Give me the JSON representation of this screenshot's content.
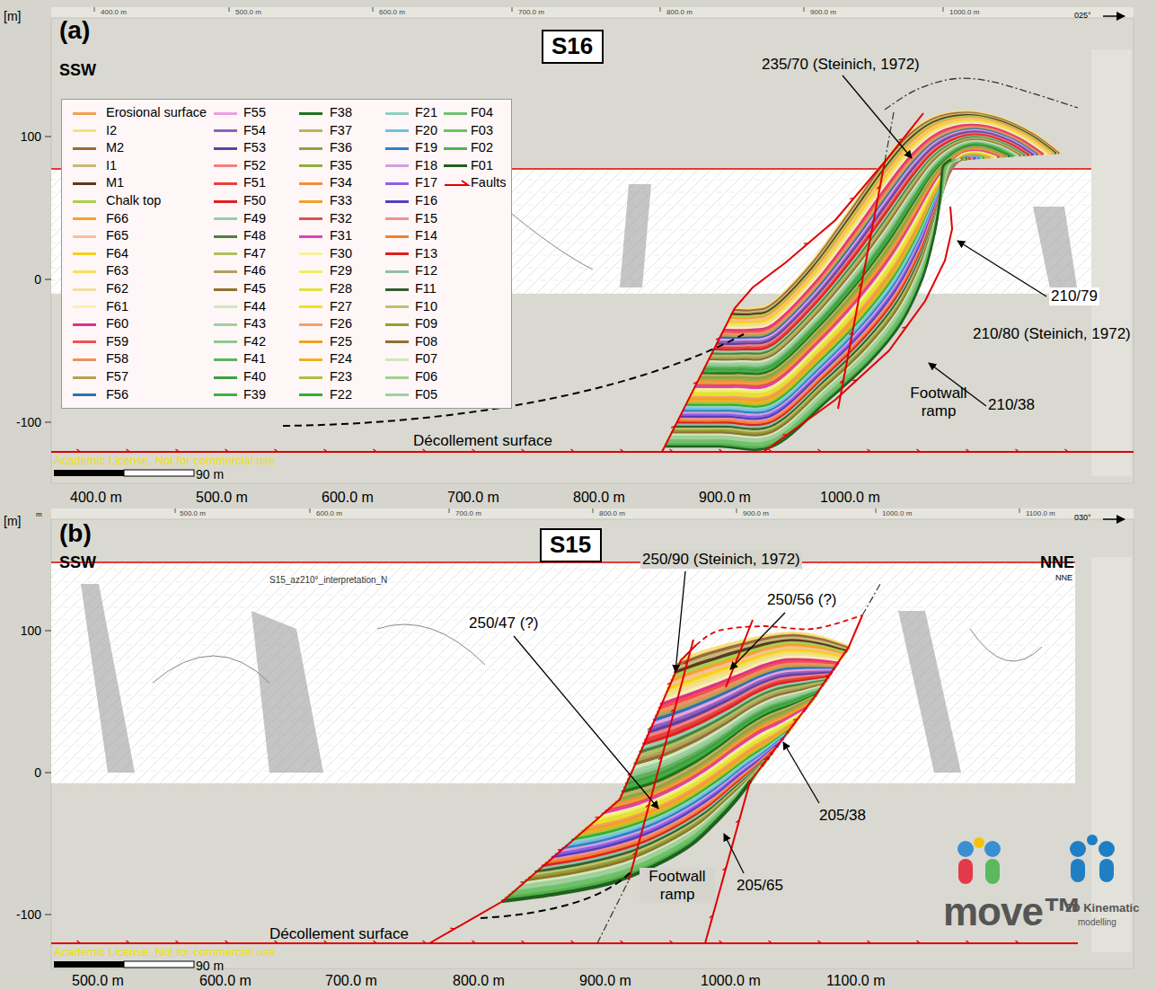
{
  "diagram": {
    "nodes": [
      {
        "text": [
          "S16"
        ]
      },
      {
        "text": [
          "S15"
        ]
      }
    ],
    "labels": [
      "[m]",
      "(a)",
      "SSW",
      "025°",
      "400.0 m",
      "500.0 m",
      "600.0 m",
      "700.0 m",
      "800.0 m",
      "900.0 m",
      "1000.0 m",
      "100",
      "0",
      "-100",
      "400.0 m",
      "500.0 m",
      "600.0 m",
      "700.0 m",
      "800.0 m",
      "900.0 m",
      "1000.0 m",
      "235/70 (Steinich, 1972)",
      "210/79",
      "210/80 (Steinich, 1972)",
      "210/38",
      "Footwall ramp",
      "Décollement surface",
      "Academic License. Not for commercial use",
      "90 m",
      "[m]",
      "m",
      "(b)",
      "SSW",
      "NNE",
      "030°",
      "500.0 m",
      "600.0 m",
      "700.0 m",
      "800.0 m",
      "900.0 m",
      "1000.0 m",
      "1100.0 m",
      "100",
      "0",
      "-100",
      "500.0 m",
      "600.0 m",
      "700.0 m",
      "800.0 m",
      "900.0 m",
      "1000.0 m",
      "1100.0 m",
      "S15_az210°_interpretation_N",
      "NNE",
      "250/90 (Steinich, 1972)",
      "250/56 (?)",
      "250/47 (?)",
      "205/38",
      "205/65",
      "Footwall ramp",
      "Décollement surface",
      "Academic License. Not for commercial use",
      "90 m",
      "move™",
      "2D Kinematic",
      "modelling"
    ],
    "legend": [
      {
        "text": "Erosional surface",
        "color": "#f0a050"
      },
      {
        "text": "I2",
        "color": "#f5e07a"
      },
      {
        "text": "M2",
        "color": "#9b6a3a"
      },
      {
        "text": "I1",
        "color": "#c8b878"
      },
      {
        "text": "M1",
        "color": "#5a3a20"
      },
      {
        "text": "Chalk top",
        "color": "#a8d050"
      },
      {
        "text": "F66",
        "color": "#f5a030"
      },
      {
        "text": "F65",
        "color": "#f7c09a"
      },
      {
        "text": "F64",
        "color": "#f5d020"
      },
      {
        "text": "F63",
        "color": "#f5e060"
      },
      {
        "text": "F62",
        "color": "#f0e0a0"
      },
      {
        "text": "F61",
        "color": "#f8f0b0"
      },
      {
        "text": "F60",
        "color": "#e0308a"
      },
      {
        "text": "F59",
        "color": "#f05050"
      },
      {
        "text": "F58",
        "color": "#f09060"
      },
      {
        "text": "F57",
        "color": "#b8a050"
      },
      {
        "text": "F56",
        "color": "#3070b0"
      },
      {
        "text": "F55",
        "color": "#e8a0e0"
      },
      {
        "text": "F54",
        "color": "#9060c0"
      },
      {
        "text": "F53",
        "color": "#6040a0"
      },
      {
        "text": "F52",
        "color": "#f08080"
      },
      {
        "text": "F51",
        "color": "#e84040"
      },
      {
        "text": "F50",
        "color": "#e02020"
      },
      {
        "text": "F49",
        "color": "#90d0b0"
      },
      {
        "text": "F48",
        "color": "#508040"
      },
      {
        "text": "F47",
        "color": "#b0c060"
      },
      {
        "text": "F46",
        "color": "#b0a060"
      },
      {
        "text": "F45",
        "color": "#907030"
      },
      {
        "text": "F44",
        "color": "#d0e8c0"
      },
      {
        "text": "F43",
        "color": "#a0d0a0"
      },
      {
        "text": "F42",
        "color": "#90c890"
      },
      {
        "text": "F41",
        "color": "#60b060"
      },
      {
        "text": "F40",
        "color": "#40a040"
      },
      {
        "text": "F39",
        "color": "#40b040"
      },
      {
        "text": "F38",
        "color": "#207020"
      },
      {
        "text": "F37",
        "color": "#c0b060"
      },
      {
        "text": "F36",
        "color": "#90a040"
      },
      {
        "text": "F35",
        "color": "#90b040"
      },
      {
        "text": "F34",
        "color": "#f09040"
      },
      {
        "text": "F33",
        "color": "#f0a030"
      },
      {
        "text": "F32",
        "color": "#e05050"
      },
      {
        "text": "F31",
        "color": "#e040c0"
      },
      {
        "text": "F30",
        "color": "#f8f0a0"
      },
      {
        "text": "F29",
        "color": "#f0f060"
      },
      {
        "text": "F28",
        "color": "#e0e040"
      },
      {
        "text": "F27",
        "color": "#f0e020"
      },
      {
        "text": "F26",
        "color": "#f0a070"
      },
      {
        "text": "F25",
        "color": "#f0a020"
      },
      {
        "text": "F24",
        "color": "#f0b020"
      },
      {
        "text": "F23",
        "color": "#b0c040"
      },
      {
        "text": "F22",
        "color": "#30b030"
      },
      {
        "text": "F21",
        "color": "#90d0c0"
      },
      {
        "text": "F20",
        "color": "#70c0e0"
      },
      {
        "text": "F19",
        "color": "#3080c0"
      },
      {
        "text": "F18",
        "color": "#d0a0e0"
      },
      {
        "text": "F17",
        "color": "#9060e0"
      },
      {
        "text": "F16",
        "color": "#5040c0"
      },
      {
        "text": "F15",
        "color": "#f09090"
      },
      {
        "text": "F14",
        "color": "#f08030"
      },
      {
        "text": "F13",
        "color": "#e02020"
      },
      {
        "text": "F12",
        "color": "#90c0a0"
      },
      {
        "text": "F11",
        "color": "#306030"
      },
      {
        "text": "F10",
        "color": "#c0c070"
      },
      {
        "text": "F09",
        "color": "#90a030"
      },
      {
        "text": "F08",
        "color": "#907030"
      },
      {
        "text": "F07",
        "color": "#d0e8c0"
      },
      {
        "text": "F06",
        "color": "#a0d090"
      },
      {
        "text": "F05",
        "color": "#a0d0a0"
      },
      {
        "text": "F04",
        "color": "#70c070"
      },
      {
        "text": "F03",
        "color": "#70c060"
      },
      {
        "text": "F02",
        "color": "#50b050"
      },
      {
        "text": "F01",
        "color": "#206020"
      },
      {
        "text": "Faults"
      }
    ]
  }
}
